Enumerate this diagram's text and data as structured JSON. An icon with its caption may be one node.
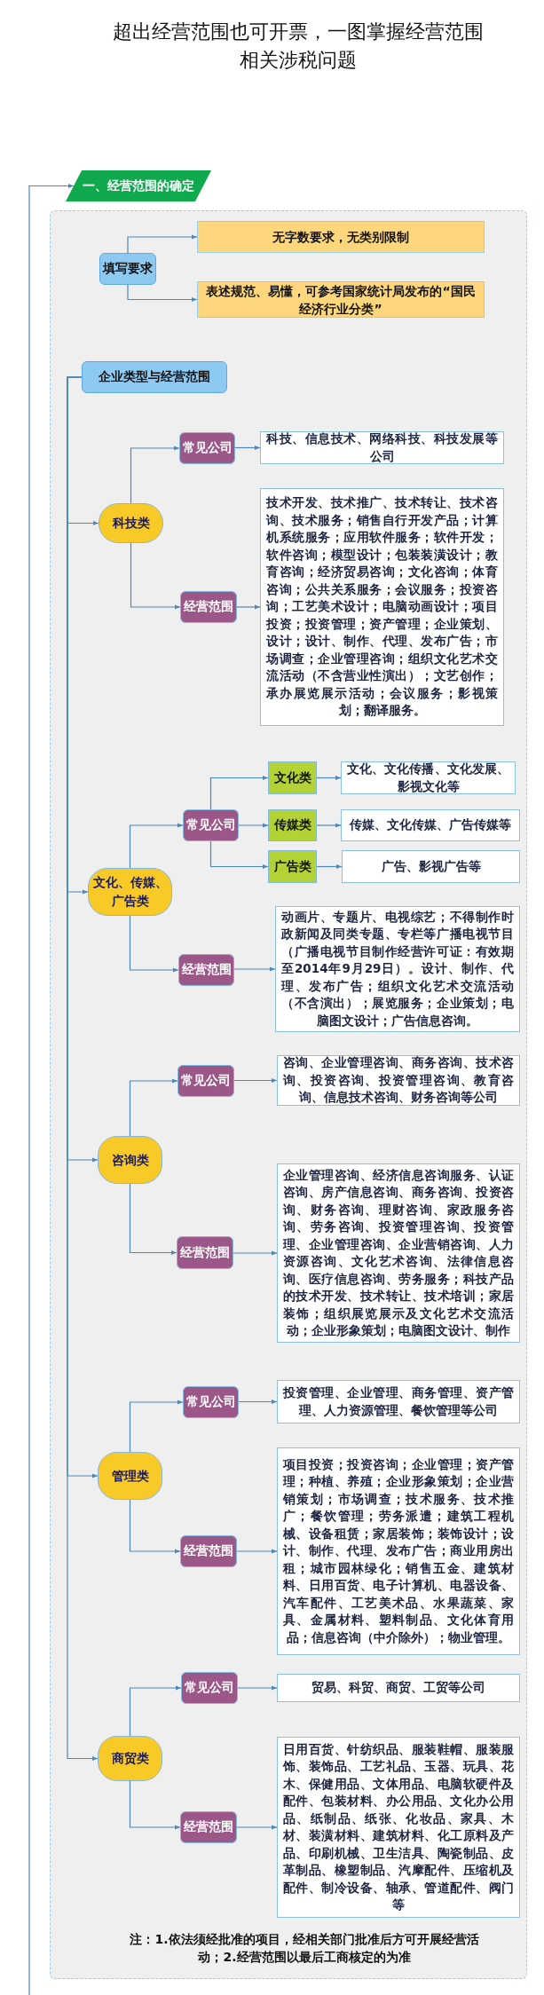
{
  "diagram": {
    "title": "超出经营范围也可开票，一图掌握经营范围相关涉税问题",
    "nodes": [
      {
        "text": [
          "一、经营范围的确定"
        ]
      },
      {
        "text": [
          "注：1.依法须经批准的项目，经相关部门批准后方可开展经营活动；2.经营范围以最后工商核定的为准"
        ]
      },
      {
        "text": [
          "填写要求"
        ],
        "in": 1
      },
      {
        "text": [
          "无字数要求，无类别限制"
        ],
        "in": 1
      },
      {
        "text": [
          "表述规范、易懂，可参考国家统计局发布的“国民经济行业分类”"
        ],
        "in": 1
      },
      {
        "text": [
          "企业类型与经营范围"
        ],
        "in": 1
      },
      {
        "text": [
          "科技类"
        ],
        "in": 1
      },
      {
        "text": [
          "常见公司"
        ],
        "in": 1
      },
      {
        "text": [
          "科技、信息技术、网络科技、科技发展等公司"
        ],
        "in": 1
      },
      {
        "text": [
          "经营范围"
        ],
        "in": 1
      },
      {
        "text": [
          "技术开发、技术推广、技术转让、技术咨询、技术服务；销售自行开发产品；计算机系统服务；应用软件服务；软件开发；软件咨询；模型设计；包装装潢设计；教育咨询；经济贸易咨询；文化咨询；体育咨询；公共关系服务；会议服务；投资咨询；工艺美术设计；电脑动画设计；项目投资；投资管理；资产管理；企业策划、设计；设计、制作、代理、发布广告；市场调查；企业管理咨询；组织文化艺术交流活动（不含营业性演出）；文艺创作；承办展览展示活动；会议服务；影视策划；翻译服务。"
        ],
        "in": 1
      },
      {
        "text": [
          "文化、传媒、广告类"
        ],
        "in": 1
      },
      {
        "text": [
          "常见公司"
        ],
        "in": 1
      },
      {
        "text": [
          "文化类"
        ],
        "in": 1
      },
      {
        "text": [
          "文化、文化传播、文化发展、影视文化等"
        ],
        "in": 1
      },
      {
        "text": [
          "传媒类"
        ],
        "in": 1
      },
      {
        "text": [
          "传媒、文化传媒、广告传媒等"
        ],
        "in": 1
      },
      {
        "text": [
          "广告类"
        ],
        "in": 1
      },
      {
        "text": [
          "广告、影视广告等"
        ],
        "in": 1
      },
      {
        "text": [
          "经营范围"
        ],
        "in": 1
      },
      {
        "text": [
          "动画片、专题片、电视综艺；不得制作时政新闻及同类专题、专栏等广播电视节目（广播电视节目制作经营许可证：有效期至2014年9月29日）。设计、制作、代理、发布广告；组织文化艺术交流活动（不含演出）；展览服务；企业策划；电脑图文设计；广告信息咨询。"
        ],
        "in": 1
      },
      {
        "text": [
          "咨询类"
        ],
        "in": 1
      },
      {
        "text": [
          "常见公司"
        ],
        "in": 1
      },
      {
        "text": [
          "咨询、企业管理咨询、商务咨询、技术咨询、投资咨询、投资管理咨询、教育咨询、信息技术咨询、财务咨询等公司"
        ],
        "in": 1
      },
      {
        "text": [
          "经营范围"
        ],
        "in": 1
      },
      {
        "text": [
          "企业管理咨询、经济信息咨询服务、认证咨询、房产信息咨询、商务咨询、投资咨询、财务咨询、理财咨询、家政服务咨询、劳务咨询、投资管理咨询、投资管理、企业管理咨询、企业营销咨询、人力资源咨询、文化艺术咨询、法律信息咨询、医疗信息咨询、劳务服务；科技产品的技术开发、技术转让、技术培训；家居装饰；组织展览展示及文化艺术交流活动；企业形象策划；电脑图文设计、制作"
        ],
        "in": 1
      },
      {
        "text": [
          "管理类"
        ],
        "in": 1
      },
      {
        "text": [
          "常见公司"
        ],
        "in": 1
      },
      {
        "text": [
          "投资管理、企业管理、商务管理、资产管理、人力资源管理、餐饮管理等公司"
        ],
        "in": 1
      },
      {
        "text": [
          "经营范围"
        ],
        "in": 1
      },
      {
        "text": [
          "项目投资；投资咨询；企业管理；资产管理；种植、养殖；企业形象策划；企业营销策划；市场调查；技术服务、技术推广；餐饮管理；劳务派遣；建筑工程机械、设备租赁；家居装饰；装饰设计；设计、制作、代理、发布广告；商业用房出租；城市园林绿化；销售五金、建筑材料、日用百货、电子计算机、电器设备、汽车配件、工艺美术品、水果蔬菜、家具、金属材料、塑料制品、文化体育用品；信息咨询（中介除外）；物业管理。"
        ],
        "in": 1
      },
      {
        "text": [
          "商贸类"
        ],
        "in": 1
      },
      {
        "text": [
          "常见公司"
        ],
        "in": 1
      },
      {
        "text": [
          "贸易、科贸、商贸、工贸等公司"
        ],
        "in": 1
      },
      {
        "text": [
          "经营范围"
        ],
        "in": 1
      },
      {
        "text": [
          "日用百货、针纺织品、服装鞋帽、服装服饰、装饰品、工艺礼品、玉器、玩具、花木、保健用品、文体用品、电脑软硬件及配件、包装材料、办公用品、文化办公用品、纸制品、纸张、化妆品、家具、木材、装潢材料、建筑材料、化工原料及产品、印刷机械、卫生洁具、陶瓷制品、皮革制品、橡塑制品、汽摩配件、压缩机及配件、制冷设备、轴承、管道配件、阀门等"
        ],
        "in": 1
      }
    ],
    "edges": [
      {
        "from": null,
        "to": 0,
        "arrow": "to"
      },
      {
        "from": 2,
        "to": 3,
        "arrow": "to"
      },
      {
        "from": 2,
        "to": 4,
        "arrow": "to"
      },
      {
        "from": 5,
        "to": 6,
        "arrow": "to"
      },
      {
        "from": 5,
        "to": 11,
        "arrow": "to"
      },
      {
        "from": 5,
        "to": 21,
        "arrow": "to"
      },
      {
        "from": 5,
        "to": 26,
        "arrow": "to"
      },
      {
        "from": 5,
        "to": 31,
        "arrow": "to"
      },
      {
        "from": 6,
        "to": 7,
        "arrow": "to"
      },
      {
        "from": 7,
        "to": 8,
        "arrow": "to"
      },
      {
        "from": 6,
        "to": 9,
        "arrow": "to"
      },
      {
        "from": 9,
        "to": 10,
        "arrow": "to"
      },
      {
        "from": 11,
        "to": 12,
        "arrow": "to"
      },
      {
        "from": 12,
        "to": 13,
        "arrow": "to"
      },
      {
        "from": 13,
        "to": 14,
        "arrow": "to"
      },
      {
        "from": 12,
        "to": 15,
        "arrow": "to"
      },
      {
        "from": 15,
        "to": 16,
        "arrow": "to"
      },
      {
        "from": 12,
        "to": 17,
        "arrow": "to"
      },
      {
        "from": 17,
        "to": 18,
        "arrow": "to"
      },
      {
        "from": 11,
        "to": 19,
        "arrow": "to"
      },
      {
        "from": 19,
        "to": 20,
        "arrow": "to"
      },
      {
        "from": 21,
        "to": 22,
        "arrow": "to"
      },
      {
        "from": 22,
        "to": 23,
        "arrow": "to"
      },
      {
        "from": 21,
        "to": 24,
        "arrow": "to"
      },
      {
        "from": 24,
        "to": 25,
        "arrow": "to"
      },
      {
        "from": 26,
        "to": 27,
        "arrow": "to"
      },
      {
        "from": 27,
        "to": 28,
        "arrow": "to"
      },
      {
        "from": 26,
        "to": 29,
        "arrow": "to"
      },
      {
        "from": 29,
        "to": 30,
        "arrow": "to"
      },
      {
        "from": 31,
        "to": 32,
        "arrow": "to"
      },
      {
        "from": 32,
        "to": 33,
        "arrow": "to"
      },
      {
        "from": 31,
        "to": 34,
        "arrow": "to"
      },
      {
        "from": 34,
        "to": 35,
        "arrow": "to"
      }
    ]
  }
}
